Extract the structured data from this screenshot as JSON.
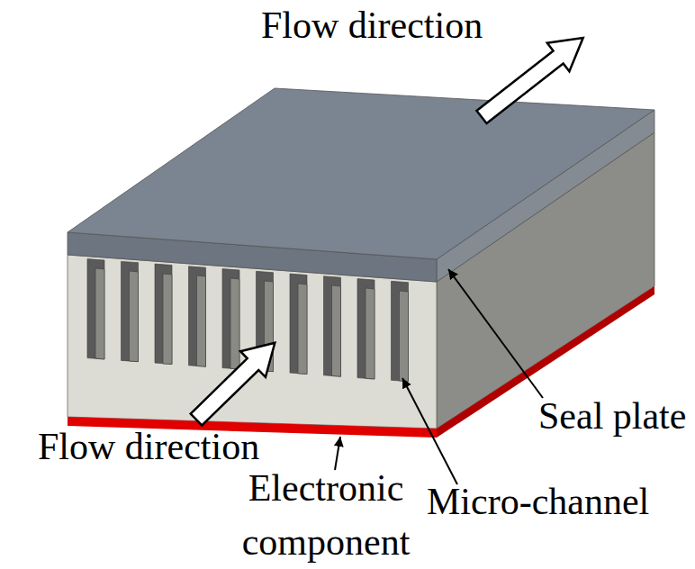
{
  "diagram": {
    "labels": [
      "Flow direction",
      "Flow direction",
      "Seal plate",
      "Electronic component",
      "Micro-channel"
    ]
  }
}
